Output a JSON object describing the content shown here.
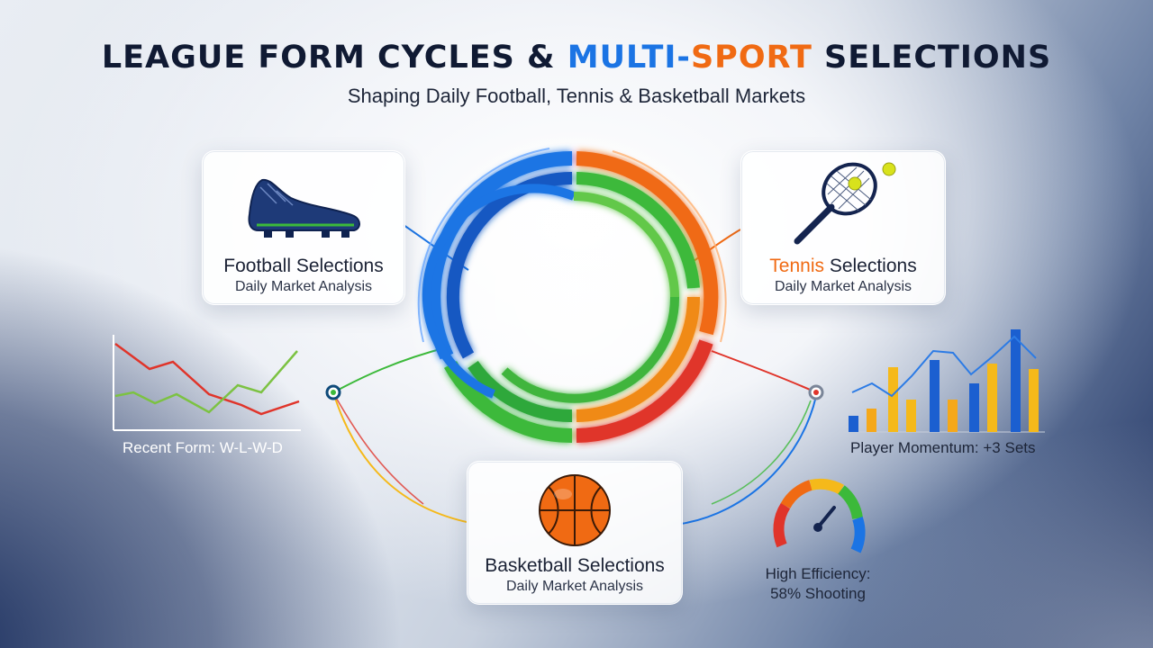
{
  "header": {
    "title_part1": "LEAGUE FORM CYCLES & ",
    "title_part2": "MULTI-",
    "title_part3": "SPORT",
    "title_part4": " SELECTIONS",
    "subtitle": "Shaping Daily Football, Tennis & Basketball Markets"
  },
  "cards": {
    "football": {
      "title": "Football Selections",
      "subtitle": "Daily Market Analysis",
      "icon": "football-boot-icon"
    },
    "tennis": {
      "title_accent": "Tennis",
      "title_rest": " Selections",
      "subtitle": "Daily Market Analysis",
      "icon": "tennis-racket-icon"
    },
    "basketball": {
      "title": "Basketball Selections",
      "subtitle": "Daily Market Analysis",
      "icon": "basketball-icon"
    }
  },
  "widgets": {
    "recent_form": {
      "label": "Recent Form: W-L-W-D"
    },
    "player_momentum": {
      "label": "Player Momentum: +3 Sets"
    },
    "efficiency": {
      "line1": "High Efficiency:",
      "line2": "58% Shooting"
    }
  },
  "colors": {
    "blue": "#1b74e4",
    "orange": "#f06a13",
    "green": "#3cb93a",
    "red": "#e0342a",
    "yellow": "#f5b91a",
    "navy": "#0e2355"
  }
}
